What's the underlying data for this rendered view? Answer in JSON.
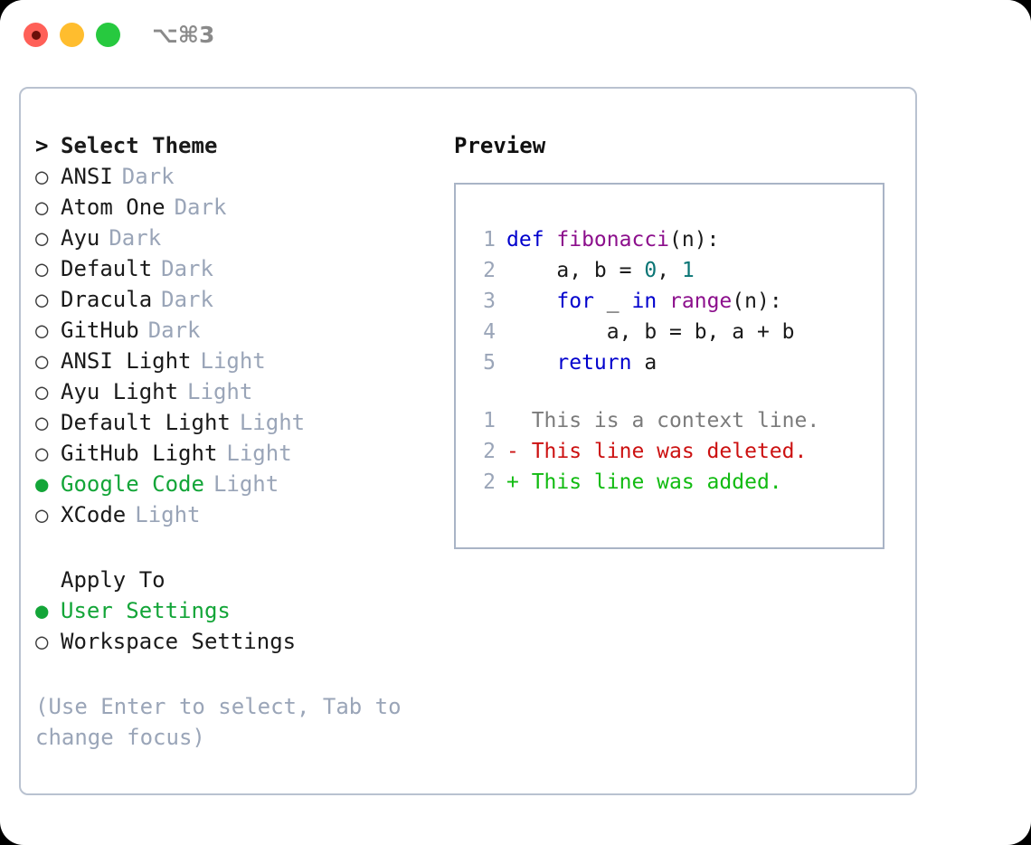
{
  "window": {
    "shortcut_label": "⌥⌘3",
    "traffic_lights": [
      {
        "name": "close",
        "color": "#ff6058"
      },
      {
        "name": "minimize",
        "color": "#ffbd2e"
      },
      {
        "name": "maximize",
        "color": "#27c93f"
      }
    ]
  },
  "theme_list": {
    "header_marker": ">",
    "header_label": "Select Theme",
    "items": [
      {
        "marker": "○",
        "label": "ANSI",
        "tag": "Dark",
        "selected": false
      },
      {
        "marker": "○",
        "label": "Atom One",
        "tag": "Dark",
        "selected": false
      },
      {
        "marker": "○",
        "label": "Ayu",
        "tag": "Dark",
        "selected": false
      },
      {
        "marker": "○",
        "label": "Default",
        "tag": "Dark",
        "selected": false
      },
      {
        "marker": "○",
        "label": "Dracula",
        "tag": "Dark",
        "selected": false
      },
      {
        "marker": "○",
        "label": "GitHub",
        "tag": "Dark",
        "selected": false
      },
      {
        "marker": "○",
        "label": "ANSI Light",
        "tag": "Light",
        "selected": false
      },
      {
        "marker": "○",
        "label": "Ayu Light",
        "tag": "Light",
        "selected": false
      },
      {
        "marker": "○",
        "label": "Default Light",
        "tag": "Light",
        "selected": false
      },
      {
        "marker": "○",
        "label": "GitHub Light",
        "tag": "Light",
        "selected": false
      },
      {
        "marker": "●",
        "label": "Google Code",
        "tag": "Light",
        "selected": true
      },
      {
        "marker": "○",
        "label": "XCode",
        "tag": "Light",
        "selected": false
      }
    ]
  },
  "apply_to": {
    "header_label": "Apply To",
    "items": [
      {
        "marker": "●",
        "label": "User Settings",
        "selected": true
      },
      {
        "marker": "○",
        "label": "Workspace Settings",
        "selected": false
      }
    ]
  },
  "hint": "(Use Enter to select, Tab to change focus)",
  "preview": {
    "heading": "Preview",
    "code_lines": [
      {
        "no": "1",
        "tokens": [
          {
            "t": "def ",
            "c": "tok-kw"
          },
          {
            "t": "fibonacci",
            "c": "tok-fn"
          },
          {
            "t": "(n):",
            "c": "tok-plain"
          }
        ]
      },
      {
        "no": "2",
        "tokens": [
          {
            "t": "    a, b = ",
            "c": "tok-plain"
          },
          {
            "t": "0",
            "c": "tok-num"
          },
          {
            "t": ", ",
            "c": "tok-plain"
          },
          {
            "t": "1",
            "c": "tok-num"
          }
        ]
      },
      {
        "no": "3",
        "tokens": [
          {
            "t": "    ",
            "c": "tok-plain"
          },
          {
            "t": "for",
            "c": "tok-kw"
          },
          {
            "t": " _ ",
            "c": "tok-plain"
          },
          {
            "t": "in",
            "c": "tok-kw"
          },
          {
            "t": " ",
            "c": "tok-plain"
          },
          {
            "t": "range",
            "c": "tok-fn"
          },
          {
            "t": "(n):",
            "c": "tok-plain"
          }
        ]
      },
      {
        "no": "4",
        "tokens": [
          {
            "t": "        a, b = b, a + b",
            "c": "tok-plain"
          }
        ]
      },
      {
        "no": "5",
        "tokens": [
          {
            "t": "    ",
            "c": "tok-plain"
          },
          {
            "t": "return",
            "c": "tok-kw"
          },
          {
            "t": " a",
            "c": "tok-plain"
          }
        ]
      }
    ],
    "diff_lines": [
      {
        "no": "1",
        "text": "  This is a context line.",
        "kind": "diff-ctx"
      },
      {
        "no": "2",
        "text": "- This line was deleted.",
        "kind": "diff-del"
      },
      {
        "no": "2",
        "text": "+ This line was added.",
        "kind": "diff-add"
      }
    ]
  },
  "colors": {
    "accent_green": "#13a538",
    "tag_gray": "#9aa5b8",
    "border": "#b9c2d0",
    "keyword_blue": "#0000cd",
    "function_purple": "#8c0f8c",
    "number_teal": "#0a7575",
    "diff_deleted": "#cc1111",
    "diff_added": "#11bb11",
    "diff_context": "#7b7b7b"
  }
}
